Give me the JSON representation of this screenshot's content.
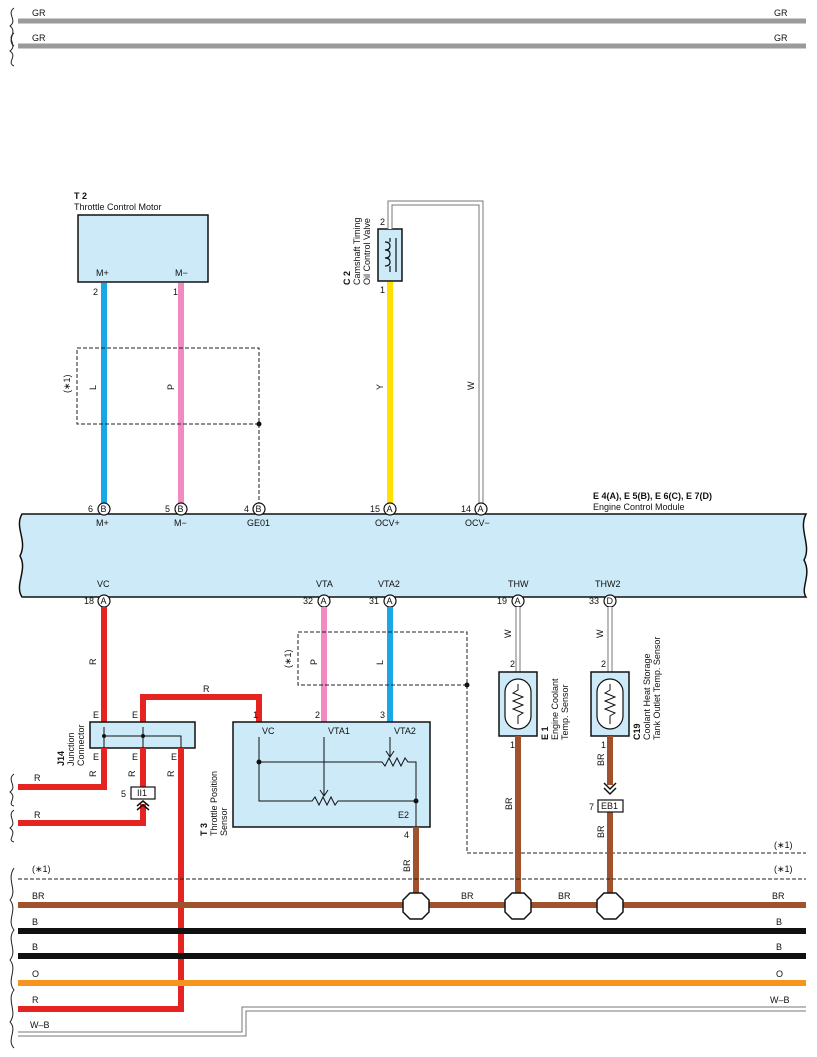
{
  "wire_colors": {
    "GR": "#9a9a9a",
    "L": "#1aa7e8",
    "P": "#f08ac0",
    "Y": "#ffe000",
    "W": "#ffffff",
    "R": "#e52421",
    "BR": "#a0522d",
    "B": "#111111",
    "O": "#f7941d",
    "ECM_FILL": "#cdeaf8",
    "COMP_FILL": "#cdeaf8"
  },
  "top_bus": {
    "gr1_left": "GR",
    "gr1_right": "GR",
    "gr2_left": "GR",
    "gr2_right": "GR"
  },
  "t2": {
    "code": "T 2",
    "name": "Throttle Control Motor",
    "pin_mplus": "M+",
    "pin_mminus": "M−",
    "pinnum_mplus": "2",
    "pinnum_mminus": "1"
  },
  "c2": {
    "code": "C 2",
    "name1": "Camshaft Timing",
    "name2": "Oil Control Valve",
    "pin_top": "2",
    "pin_bottom": "1"
  },
  "shield_top": {
    "note": "(∗1)"
  },
  "wires_top": {
    "l": "L",
    "p": "P",
    "y": "Y",
    "w": "W"
  },
  "ecm": {
    "title": "E 4(A), E 5(B), E 6(C), E 7(D)",
    "name": "Engine Control Module",
    "top_pins": [
      {
        "num": "6",
        "conn": "B",
        "label": "M+"
      },
      {
        "num": "5",
        "conn": "B",
        "label": "M−"
      },
      {
        "num": "4",
        "conn": "B",
        "label": "GE01"
      },
      {
        "num": "15",
        "conn": "A",
        "label": "OCV+"
      },
      {
        "num": "14",
        "conn": "A",
        "label": "OCV−"
      }
    ],
    "bottom_pins": [
      {
        "num": "18",
        "conn": "A",
        "label": "VC"
      },
      {
        "num": "32",
        "conn": "A",
        "label": "VTA"
      },
      {
        "num": "31",
        "conn": "A",
        "label": "VTA2"
      },
      {
        "num": "19",
        "conn": "A",
        "label": "THW"
      },
      {
        "num": "33",
        "conn": "D",
        "label": "THW2"
      }
    ]
  },
  "wires_mid": {
    "r_vc": "R",
    "p_vta": "P",
    "l_vta2": "L",
    "w_thw": "W",
    "w_thw2": "W",
    "r_jumper": "R",
    "shield_note": "(∗1)"
  },
  "j14": {
    "code": "J14",
    "name1": "Junction",
    "name2": "Connector",
    "top_e1": "E",
    "top_e2": "E",
    "bot_e1": "E",
    "bot_e2": "E",
    "bot_e3": "E",
    "r1": "R",
    "r2": "R",
    "r3": "R"
  },
  "ii1": {
    "num": "5",
    "label": "II1"
  },
  "left_feeds": {
    "r1": "R",
    "r2": "R"
  },
  "t3": {
    "code": "T 3",
    "name1": "Throttle Position",
    "name2": "Sensor",
    "vc": "VC",
    "vta1": "VTA1",
    "vta2": "VTA2",
    "e2": "E2",
    "pin_vc": "1",
    "pin_vta1": "2",
    "pin_vta2": "3",
    "pin_e2": "4",
    "br": "BR"
  },
  "e1": {
    "code": "E 1",
    "name1": "Engine Coolant",
    "name2": "Temp. Sensor",
    "pin_top": "2",
    "pin_bottom": "1",
    "br": "BR"
  },
  "c19": {
    "code": "C19",
    "name1": "Coolant Heat Storage",
    "name2": "Tank Outlet Temp. Sensor",
    "pin_top": "2",
    "pin_bottom": "1",
    "br_top": "BR",
    "br_bottom": "BR"
  },
  "eb1": {
    "num": "7",
    "label": "EB1"
  },
  "bottom_bus": {
    "shield_left": "(∗1)",
    "shield_right": "(∗1)",
    "shield_right2": "(∗1)",
    "br_left": "BR",
    "br_mid1": "BR",
    "br_mid2": "BR",
    "br_right": "BR",
    "b1_left": "B",
    "b1_right": "B",
    "b2_left": "B",
    "b2_right": "B",
    "o_left": "O",
    "o_right": "O",
    "r_left": "R",
    "wb_right": "W–B",
    "wb_left": "W–B"
  }
}
